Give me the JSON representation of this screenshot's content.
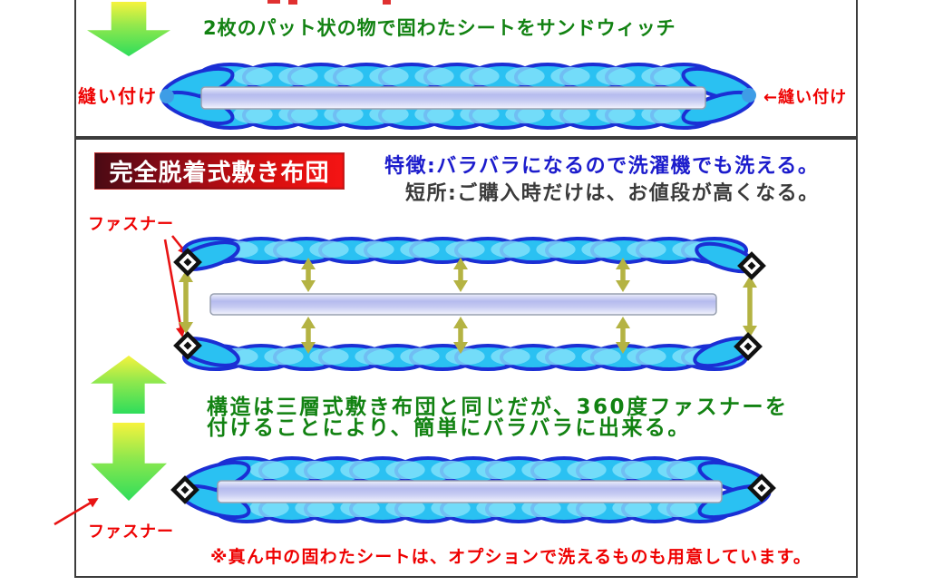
{
  "panel_top": {
    "caption": "2枚のパット状の物で固わたシートをサンドウィッチ",
    "stitch_label_left": "縫い付け",
    "stitch_label_right": "←縫い付け"
  },
  "panel_bottom": {
    "title": "完全脱着式敷き布団",
    "feature_line": "特徴:バラバラになるので洗濯機でも洗える。",
    "drawback_line": "短所:ご購入時だけは、お値段が高くなる。",
    "fastener_label_top": "ファスナー",
    "structure_line1": "構造は三層式敷き布団と同じだが、360度ファスナーを",
    "structure_line2": "付けることにより、簡単にバラバラに出来る。",
    "fastener_label_bottom": "ファスナー",
    "footnote": "※真ん中の固わたシートは、オプションで洗えるものも用意しています。"
  },
  "icons": {
    "zipper_icon": "black-white-diamond",
    "stitch_dot_icon": "blue-dot",
    "green_down_arrow_icon": "gradient-block-arrow-down",
    "green_up_arrow_icon": "gradient-block-arrow-up",
    "separation_arrow_icon": "olive-double-headed-arrow",
    "pointer_arrow_icon": "red-thin-arrow"
  },
  "colors": {
    "pad_fill": "#2ac1f2",
    "pad_outline": "#1b2fd4",
    "pad_highlight": "#86e2fa",
    "stitch_dot": "#3e9de6",
    "sheet_border": "#98a0b0",
    "olive_arrow": "#b4b343",
    "red_accent": "#e81414",
    "zipper_black": "#111111",
    "green_text": "#128212",
    "blue_text": "#1c1ccc",
    "title_bg_left": "#4a0a14",
    "title_bg_right": "#f51414",
    "arrow_yellow": "#f6f33d",
    "arrow_green": "#2edd5b"
  }
}
